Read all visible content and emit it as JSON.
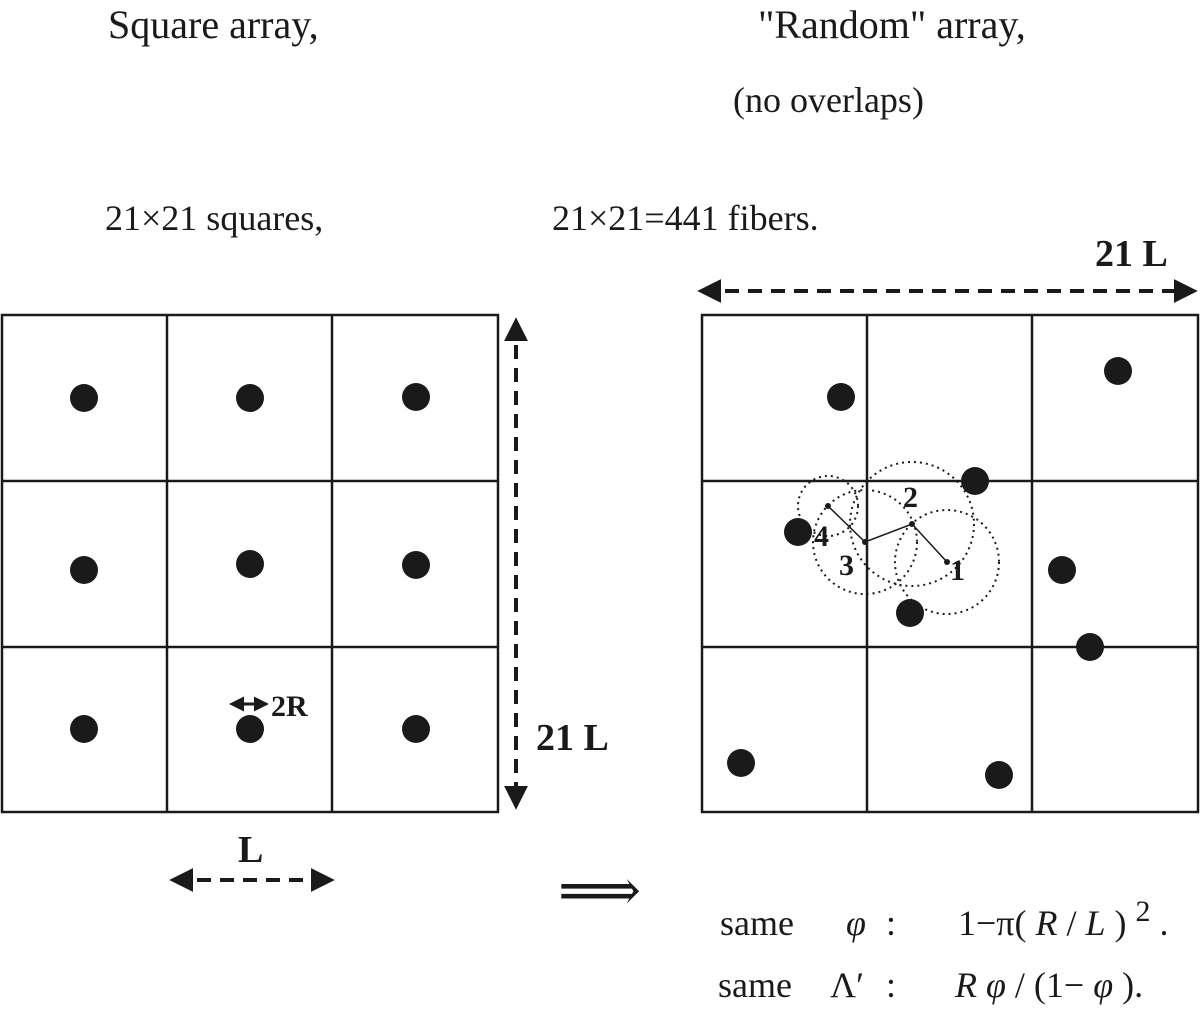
{
  "titles": {
    "left": "Square array,",
    "right": "\"Random\" array,",
    "right_sub": "(no overlaps)"
  },
  "counts": {
    "left": "21×21  squares,",
    "right": "21×21=441 fibers."
  },
  "dimensions": {
    "side_label_left": "21 L",
    "side_label_right": "21 L",
    "cell_label": "L",
    "diameter_label": "2R"
  },
  "walk_labels": [
    "1",
    "2",
    "3",
    "4"
  ],
  "formulas": {
    "implies": "⟹",
    "line1_prefix": "same",
    "line1_symbol": "φ",
    "line1_colon": ":",
    "line1_expr_a": "1−π(",
    "line1_expr_R": "R",
    "line1_expr_slash": " / ",
    "line1_expr_L": "L",
    "line1_expr_b": ")",
    "line1_exp": "2",
    "line1_end": ".",
    "line2_prefix": "same",
    "line2_symbol": "Λ′",
    "line2_colon": ":",
    "line2_expr_R": "R",
    "line2_expr_phi": "φ",
    "line2_expr_mid": " / (1−",
    "line2_expr_phi2": "φ",
    "line2_expr_end": ")."
  }
}
